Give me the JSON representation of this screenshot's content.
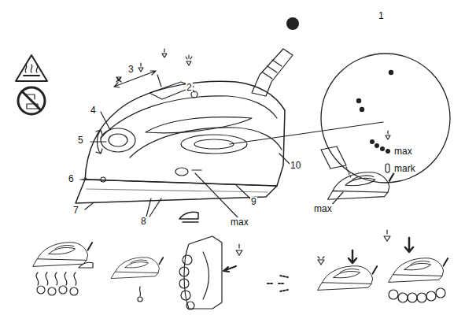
{
  "diagram": {
    "labels": [
      "1",
      "3",
      "2",
      "4",
      "5",
      "6",
      "10",
      "7",
      "8",
      "9",
      "max",
      "max",
      "mark",
      "max"
    ]
  }
}
